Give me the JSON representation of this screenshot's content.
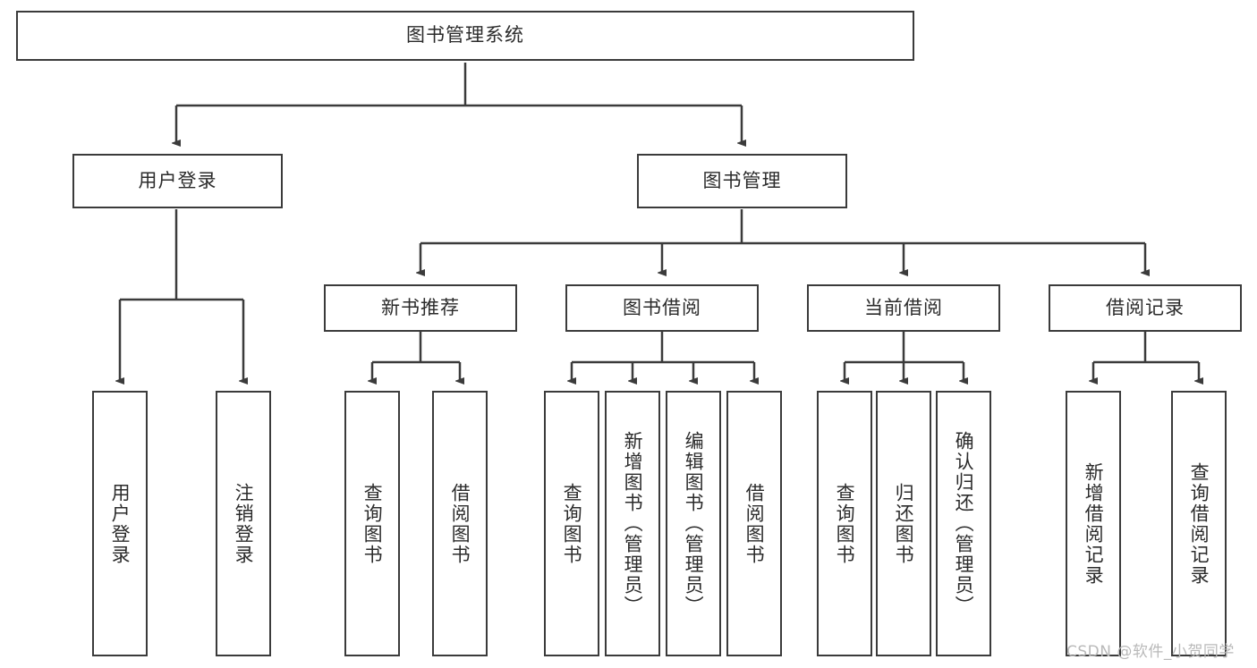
{
  "diagram": {
    "title": "图书管理系统",
    "type": "tree-hierarchy-chart",
    "colors": {
      "border": "#3b3b3b",
      "text": "#2b2b2b",
      "background": "#ffffff",
      "watermark": "#b9b9b9"
    },
    "nodes": {
      "root": "图书管理系统",
      "level2": [
        "用户登录",
        "图书管理"
      ],
      "level3": [
        "新书推荐",
        "图书借阅",
        "当前借阅",
        "借阅记录"
      ],
      "leaves": {
        "user_login": [
          "用户登录",
          "注销登录"
        ],
        "new_book_recommend": [
          "查询图书",
          "借阅图书"
        ],
        "book_borrow": [
          "查询图书",
          "新增图书（管理员）",
          "编辑图书（管理员）",
          "借阅图书"
        ],
        "current_borrow": [
          "查询图书",
          "归还图书",
          "确认归还（管理员）"
        ],
        "borrow_record": [
          "新增借阅记录",
          "查询借阅记录"
        ]
      }
    },
    "watermark": "CSDN @软件_小贺同学"
  }
}
